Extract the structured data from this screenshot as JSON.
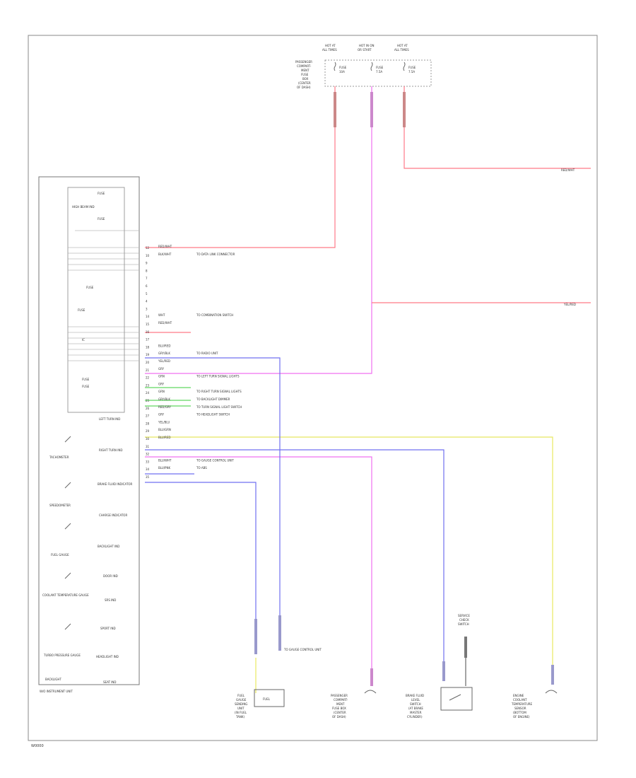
{
  "diagram": {
    "footer_code": "W0000",
    "fuse_box": {
      "label_lines": [
        "PASSENGER",
        "COMPART-",
        "MENT",
        "FUSE",
        "BOX",
        "(CENTER",
        "OF DASH)"
      ],
      "fuses": [
        {
          "header": [
            "HOT AT",
            "ALL TIMES"
          ],
          "fuse": "FUSE",
          "amps": "10A"
        },
        {
          "header": [
            "HOT IN ON",
            "OR START"
          ],
          "fuse": "FUSE",
          "amps": "7.5A"
        },
        {
          "header": [
            "HOT AT",
            "ALL TIMES"
          ],
          "fuse": "FUSE",
          "amps": "7.5A"
        }
      ]
    },
    "right_labels": {
      "top": "RED/WHT",
      "middle": "YEL/RED"
    },
    "cluster": {
      "footer": "W/O INSTRUMENT UNIT",
      "top_items": [
        "FUSE",
        "HIGH BEAM IND",
        "FUSE"
      ],
      "inner_items": [
        "FUSE",
        "FUSE",
        "IC",
        "FUSE",
        "FUSE"
      ],
      "left_gauges": [
        "TACHOMETER",
        "SPEEDOMETER",
        "FUEL GAUGE",
        "COOLANT TEMPERATURE GAUGE",
        "TURBO PRESSURE GAUGE",
        "BACKLIGHT"
      ],
      "indicators": [
        "LEFT TURN IND",
        "RIGHT TURN IND",
        "BRAKE FLUID INDICATOR",
        "CHARGE INDICATOR",
        "BACKLIGHT IND",
        "DOOR IND",
        "SRS IND",
        "SPORT IND",
        "HEADLIGHT IND",
        "SEAT IND"
      ]
    },
    "pins": [
      {
        "num": "12",
        "wire": "RED/WHT",
        "note": ""
      },
      {
        "num": "10",
        "wire": "BLK/WHT",
        "note": "TO DATA LINK CONNECTOR"
      },
      {
        "num": "9",
        "wire": "",
        "note": ""
      },
      {
        "num": "8",
        "wire": "",
        "note": ""
      },
      {
        "num": "7",
        "wire": "",
        "note": ""
      },
      {
        "num": "6",
        "wire": "",
        "note": ""
      },
      {
        "num": "5",
        "wire": "",
        "note": ""
      },
      {
        "num": "4",
        "wire": "",
        "note": ""
      },
      {
        "num": "3",
        "wire": "",
        "note": ""
      },
      {
        "num": "14",
        "wire": "WHT",
        "note": "TO COMBINATION SWITCH"
      },
      {
        "num": "15",
        "wire": "RED/WHT",
        "note": ""
      },
      {
        "num": "16",
        "wire": "",
        "note": ""
      },
      {
        "num": "17",
        "wire": "",
        "note": ""
      },
      {
        "num": "18",
        "wire": "BLU/RED",
        "note": ""
      },
      {
        "num": "19",
        "wire": "GRY/BLK",
        "note": "TO RADIO UNIT"
      },
      {
        "num": "20",
        "wire": "YEL/RED",
        "note": ""
      },
      {
        "num": "21",
        "wire": "GRY",
        "note": ""
      },
      {
        "num": "22",
        "wire": "GRN",
        "note": "TO LEFT TURN SIGNAL LIGHTS"
      },
      {
        "num": "23",
        "wire": "GRY",
        "note": ""
      },
      {
        "num": "24",
        "wire": "GRN",
        "note": "TO RIGHT TURN SIGNAL LIGHTS"
      },
      {
        "num": "25",
        "wire": "GRY/BLK",
        "note": "TO BACKLIGHT DIMMER"
      },
      {
        "num": "26",
        "wire": "RED/GRY",
        "note": "TO TURN SIGNAL LIGHT SWITCH"
      },
      {
        "num": "27",
        "wire": "GRY",
        "note": "TO HEADLIGHT SWITCH"
      },
      {
        "num": "28",
        "wire": "YEL/BLU",
        "note": ""
      },
      {
        "num": "29",
        "wire": "BLU/GRN",
        "note": ""
      },
      {
        "num": "30",
        "wire": "BLU/RED",
        "note": ""
      },
      {
        "num": "31",
        "wire": "",
        "note": ""
      },
      {
        "num": "32",
        "wire": "",
        "note": ""
      },
      {
        "num": "33",
        "wire": "BLU/WHT",
        "note": "TO GAUGE CONTROL UNIT"
      },
      {
        "num": "34",
        "wire": "BLU/PNK",
        "note": "TO ABS"
      },
      {
        "num": "35",
        "wire": "",
        "note": ""
      }
    ],
    "bottom_components": [
      {
        "lines": [
          "FUEL",
          "GAUGE",
          "SENDING",
          "UNIT",
          "(IN FUEL",
          "TANK)"
        ]
      },
      {
        "lines": [
          "PASSENGER",
          "COMPART-",
          "MENT",
          "FUSE BOX",
          "(CENTER",
          "OF DASH)"
        ]
      },
      {
        "lines": [
          "BRAKE FLUID",
          "LEVEL",
          "SWITCH",
          "(AT BRAKE",
          "MASTER",
          "CYLINDER)"
        ]
      },
      {
        "lines": [
          "ENGINE",
          "COOLANT",
          "TEMPERATURE",
          "SENSOR",
          "(BOTTOM",
          "OF ENGINE)"
        ]
      }
    ],
    "pressure_switch_label": [
      "SERVICE",
      "CHECK",
      "SWITCH"
    ],
    "fuel_unit_box": "FUEL",
    "side_note": "TO GAUGE CONTROL UNIT",
    "colors": {
      "red_wire": "#ff7a88",
      "pink_wire": "#f070f0",
      "blue_wire": "#7070f0",
      "yellow_wire": "#e8e860",
      "green_wire": "#60d860",
      "frame": "#888888"
    }
  }
}
